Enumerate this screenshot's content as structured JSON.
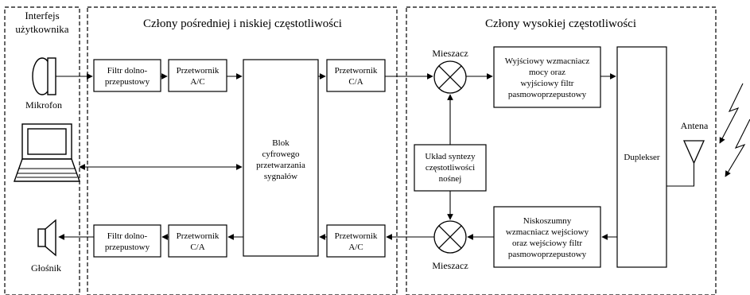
{
  "sections": {
    "user_interface": {
      "title_line1": "Interfejs",
      "title_line2": "użytkownika"
    },
    "mid_low_freq": {
      "title": "Człony pośredniej i niskiej częstotliwości"
    },
    "high_freq": {
      "title": "Człony wysokiej częstotliwości"
    }
  },
  "devices": {
    "microphone": "Mikrofon",
    "speaker": "Głośnik",
    "antenna": "Antena"
  },
  "blocks": {
    "lpf_top": [
      "Filtr dolno-",
      "przepustowy"
    ],
    "adc_top": [
      "Przetwornik",
      "A/C"
    ],
    "dsp": [
      "Blok",
      "cyfrowego",
      "przetwarzania",
      "sygnałów"
    ],
    "dac_top": [
      "Przetwornik",
      "C/A"
    ],
    "lpf_bottom": [
      "Filtr dolno-",
      "przepustowy"
    ],
    "dac_bottom": [
      "Przetwornik",
      "C/A"
    ],
    "adc_bottom": [
      "Przetwornik",
      "A/C"
    ],
    "mixer_top": "Mieszacz",
    "mixer_bottom": "Mieszacz",
    "synthesizer": [
      "Układ syntezy",
      "częstotliwości",
      "nośnej"
    ],
    "power_amp": [
      "Wyjściowy wzmacniacz",
      "mocy oraz",
      "wyjściowy filtr",
      "pasmowoprzepustowy"
    ],
    "lna": [
      "Niskoszumny",
      "wzmacniacz wejściowy",
      "oraz wejściowy filtr",
      "pasmowoprzepustowy"
    ],
    "duplexer": "Duplekser"
  },
  "icons": {
    "microphone": "microphone-icon",
    "laptop": "laptop-icon",
    "speaker": "speaker-icon",
    "antenna": "antenna-icon",
    "mixer": "mixer-cross-icon",
    "wireless": "lightning-wireless-icon"
  }
}
